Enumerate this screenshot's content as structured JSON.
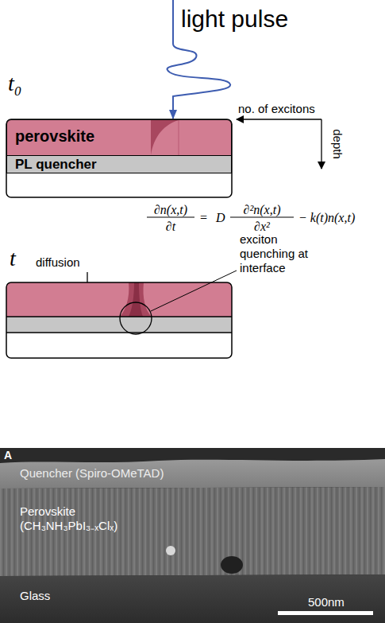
{
  "diagram": {
    "nodes": [
      {
        "text": [
          "perovskite"
        ]
      },
      {
        "text": [
          "PL quencher"
        ]
      }
    ],
    "labels": [
      "light pulse",
      "t₀",
      "no. of excitons",
      "depth",
      "∂n(x,t)",
      "∂t",
      "=",
      "D",
      "∂²n(x,t)",
      "∂x²",
      "− k(t)n(x,t)",
      "t",
      "diffusion",
      "exciton quenching at interface",
      "A",
      "Quencher (Spiro-OMeTAD)",
      "Perovskite (CH₃NH₃PbI₃₋ₓClₓ)",
      "Glass",
      "500nm"
    ]
  }
}
